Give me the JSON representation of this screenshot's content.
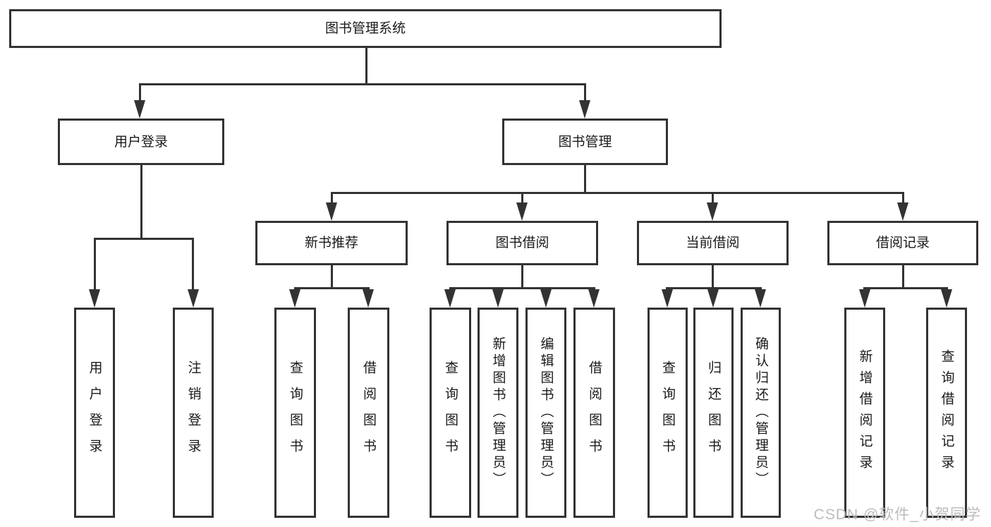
{
  "diagram_title": "图书管理系统",
  "colors": {
    "line": "#333333",
    "box_border": "#333333",
    "box_background": "#ffffff",
    "text": "#1a1a1a",
    "watermark": "#bcbcbc"
  },
  "watermark": {
    "text": "CSDN @软件_小贺同学"
  },
  "tree": {
    "root": {
      "label": "图书管理系统",
      "children": [
        {
          "label": "用户登录",
          "children": [
            {
              "label": "用户登录"
            },
            {
              "label": "注销登录"
            }
          ]
        },
        {
          "label": "图书管理",
          "children": [
            {
              "label": "新书推荐",
              "children": [
                {
                  "label": "查询图书"
                },
                {
                  "label": "借阅图书"
                }
              ]
            },
            {
              "label": "图书借阅",
              "children": [
                {
                  "label": "查询图书"
                },
                {
                  "label": "新增图书（管理员）"
                },
                {
                  "label": "编辑图书（管理员）"
                },
                {
                  "label": "借阅图书"
                }
              ]
            },
            {
              "label": "当前借阅",
              "children": [
                {
                  "label": "查询图书"
                },
                {
                  "label": "归还图书"
                },
                {
                  "label": "确认归还（管理员）"
                }
              ]
            },
            {
              "label": "借阅记录",
              "children": [
                {
                  "label": "新增借阅记录"
                },
                {
                  "label": "查询借阅记录"
                }
              ]
            }
          ]
        }
      ]
    }
  }
}
